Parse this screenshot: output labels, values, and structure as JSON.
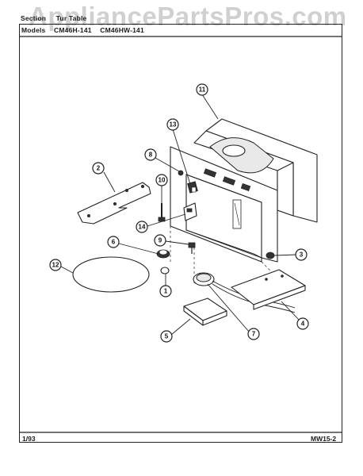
{
  "watermark": "AppliancePartsPros.com",
  "header": {
    "section_label": "Section",
    "section_title": "Tur Table",
    "models_label": "Models",
    "model_1": "CM46H-141",
    "model_2": "CM46HW-141"
  },
  "footer": {
    "date": "1/93",
    "page_code": "MW15-2"
  },
  "callouts": [
    "1",
    "2",
    "3",
    "4",
    "5",
    "6",
    "7",
    "8",
    "9",
    "10",
    "11",
    "12",
    "13",
    "14"
  ]
}
